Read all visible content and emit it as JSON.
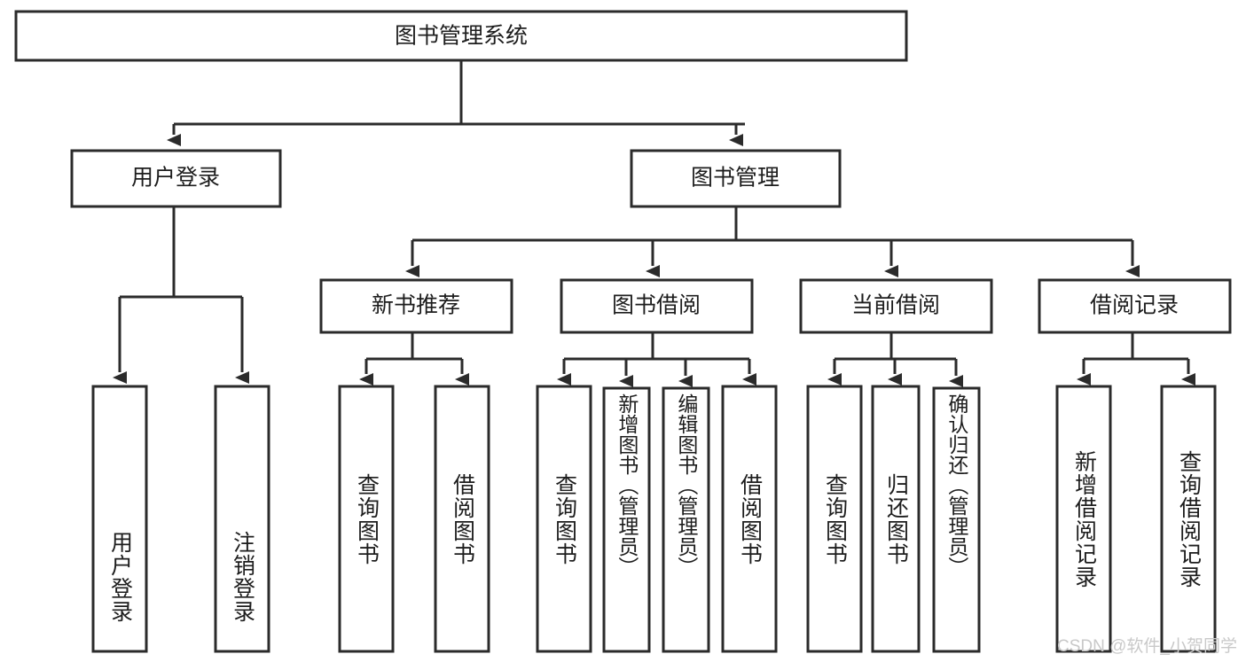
{
  "diagram": {
    "type": "tree",
    "title": "图书管理系统",
    "orientation": "top-down",
    "watermark": "CSDN @软件_小贺同学",
    "colors": {
      "stroke": "#2b2b2b",
      "fill": "#ffffff",
      "text": "#1d1d1d",
      "watermark": "#c9c9c9"
    },
    "nodes": {
      "root": {
        "label": "图书管理系统"
      },
      "level2": [
        {
          "label": "用户登录"
        },
        {
          "label": "图书管理"
        }
      ],
      "level3": [
        {
          "label": "新书推荐"
        },
        {
          "label": "图书借阅"
        },
        {
          "label": "当前借阅"
        },
        {
          "label": "借阅记录"
        }
      ],
      "leaves": {
        "user_login": [
          {
            "label": "用户登录"
          },
          {
            "label": "注销登录"
          }
        ],
        "new_book_rec": [
          {
            "label": "查询图书"
          },
          {
            "label": "借阅图书"
          }
        ],
        "book_borrow": [
          {
            "label": "查询图书"
          },
          {
            "label": "新增图书（管理员）"
          },
          {
            "label": "编辑图书（管理员）"
          },
          {
            "label": "借阅图书"
          }
        ],
        "current_borrow": [
          {
            "label": "查询图书"
          },
          {
            "label": "归还图书"
          },
          {
            "label": "确认归还（管理员）"
          }
        ],
        "borrow_record": [
          {
            "label": "新增借阅记录"
          },
          {
            "label": "查询借阅记录"
          }
        ]
      }
    }
  }
}
